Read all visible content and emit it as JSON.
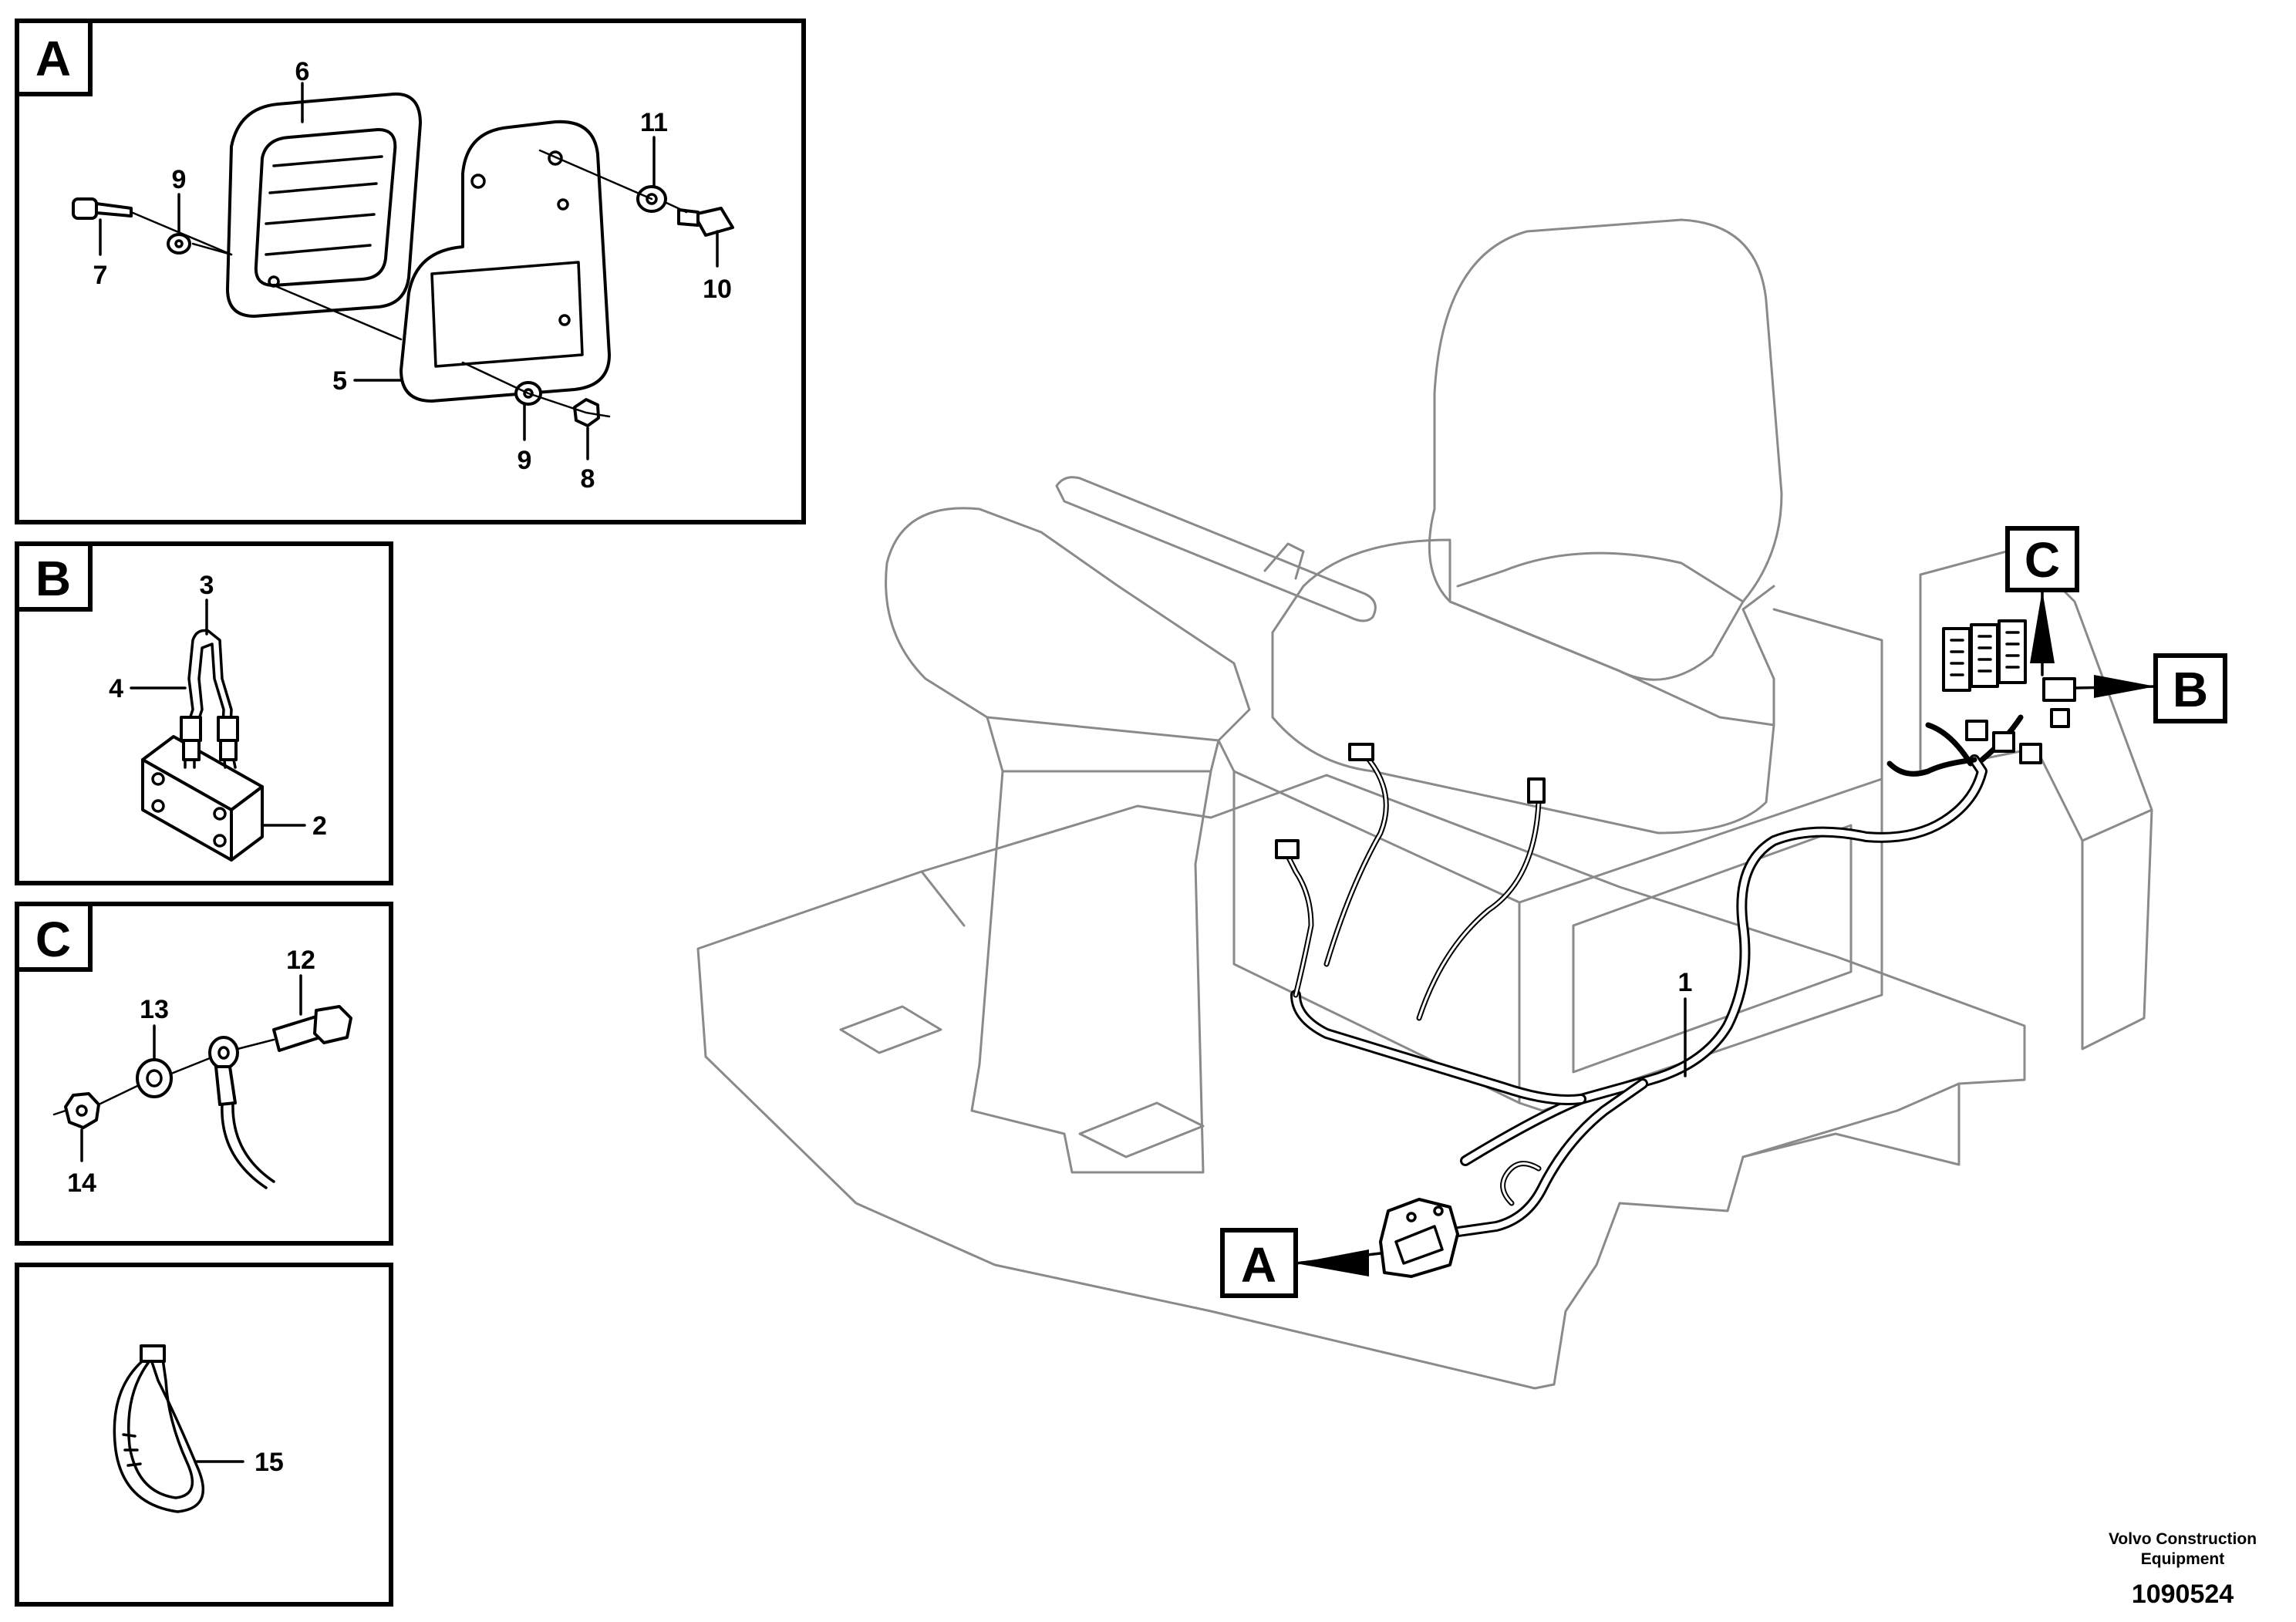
{
  "detail_boxes": {
    "A": {
      "label": "A",
      "callouts": {
        "c6": "6",
        "c9a": "9",
        "c7": "7",
        "c11": "11",
        "c10": "10",
        "c5": "5",
        "c9b": "9",
        "c8": "8"
      }
    },
    "B": {
      "label": "B",
      "callouts": {
        "c3": "3",
        "c4": "4",
        "c2": "2"
      }
    },
    "C": {
      "label": "C",
      "callouts": {
        "c12": "12",
        "c13": "13",
        "c14": "14"
      }
    },
    "D": {
      "callouts": {
        "c15": "15"
      }
    }
  },
  "main_view": {
    "callout_1": "1",
    "ref_A": "A",
    "ref_B": "B",
    "ref_C": "C"
  },
  "footer": {
    "company_line1": "Volvo Construction",
    "company_line2": "Equipment",
    "drawing_number": "1090524"
  }
}
